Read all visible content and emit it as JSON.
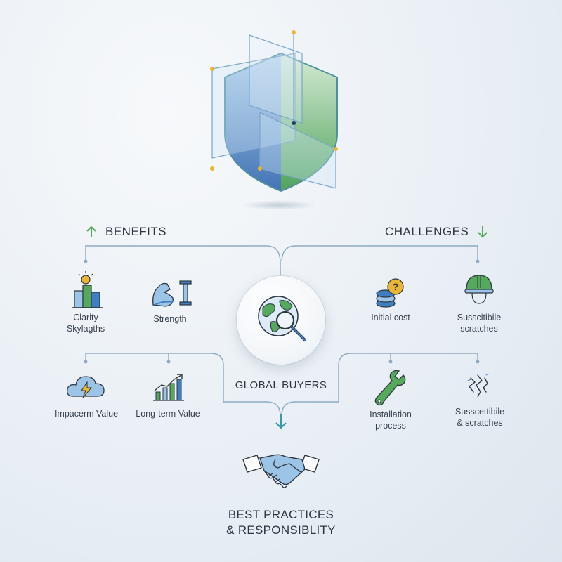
{
  "headings": {
    "benefits": "BENEFITS",
    "challenges": "CHALLENGES",
    "center": "GLOBAL BUYERS",
    "bottom_line1": "BEST PRACTICES",
    "bottom_line2": "& RESPONSIBLITY"
  },
  "benefits": [
    {
      "line1": "Clarity",
      "line2": "Skylagths",
      "icon": "skyline-sun-icon"
    },
    {
      "line1": "Strength",
      "line2": "",
      "icon": "flexed-arm-beam-icon"
    },
    {
      "line1": "Impacerm Value",
      "line2": "",
      "icon": "storm-cloud-icon"
    },
    {
      "line1": "Long-term Value",
      "line2": "",
      "icon": "growth-chart-icon"
    }
  ],
  "challenges": [
    {
      "line1": "Initial cost",
      "line2": "",
      "icon": "coins-question-icon"
    },
    {
      "line1": "Susscitibile",
      "line2": "scratches",
      "icon": "hard-hat-icon"
    },
    {
      "line1": "Installation",
      "line2": "process",
      "icon": "wrench-icon"
    },
    {
      "line1": "Susscettibile",
      "line2": "& scratches",
      "icon": "scratch-marks-icon"
    }
  ],
  "colors": {
    "blue": "#3f7fc1",
    "light_blue": "#9cc4e6",
    "green": "#55a85c",
    "line": "#8fa9c2",
    "dot": "#e8b534",
    "text": "#2c3540"
  }
}
